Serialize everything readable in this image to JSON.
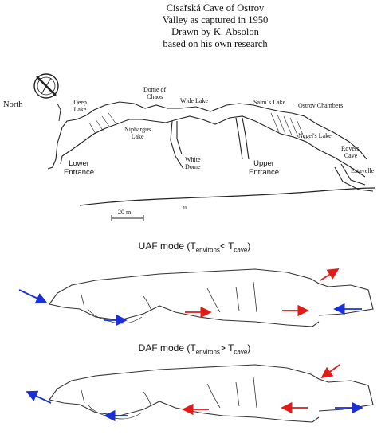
{
  "title": {
    "line1": "Císařská Cave of Ostrov",
    "line2": "Valley as captured in 1950",
    "line3": "Drawn by K. Absolon",
    "line4": "based on his own research"
  },
  "compass": {
    "label": "North",
    "icon": "compass-north-icon"
  },
  "map_labels": {
    "deep_lake": [
      "Deep",
      "Lake"
    ],
    "dome_of_chaos": [
      "Dome of",
      "Chaos"
    ],
    "wide_lake": "Wide Lake",
    "salms_lake": "Salm´s Lake",
    "ostrov_chambers": "Ostrov Chambers",
    "niphargus_lake": [
      "Niphargus",
      "Lake"
    ],
    "nagels_lake": "Nagel's Lake",
    "rovers_cave": [
      "Rovers'",
      "Cave"
    ],
    "lower_entrance": [
      "Lower",
      "Entrance"
    ],
    "white_dome": [
      "White",
      "Dome"
    ],
    "upper_entrance": [
      "Upper",
      "Entrance"
    ],
    "estavelle": "Estavelle",
    "scale_bar": "20 m",
    "section_mark": "u"
  },
  "uaf": {
    "prefix": "UAF mode (T",
    "sub1": "environs",
    "middle": "< T",
    "sub2": "cave",
    "suffix": ")"
  },
  "daf": {
    "prefix": "DAF mode (T",
    "sub1": "environs",
    "middle": "> T",
    "sub2": "cave",
    "suffix": ")"
  },
  "colors": {
    "ink": "#222222",
    "cold_air": "#1a2fd6",
    "warm_air": "#e11a1a"
  }
}
